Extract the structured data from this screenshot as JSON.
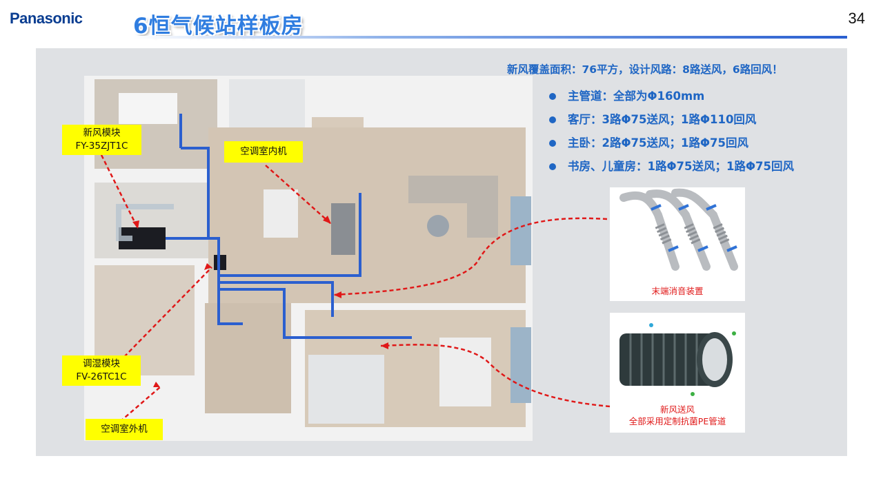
{
  "brand": {
    "logo_text": "Panasonic"
  },
  "slide": {
    "title": "6恒气候站样板房",
    "page_number": "34"
  },
  "specs": {
    "header": "新风覆盖面积：76平方，设计风路：8路送风，6路回风！",
    "bullets": [
      "主管道：全部为Φ160mm",
      "客厅：3路Φ75送风；1路Φ110回风",
      "主卧：2路Φ75送风；1路Φ75回风",
      "书房、儿童房：1路Φ75送风；1路Φ75回风"
    ]
  },
  "callouts": {
    "fresh_air_module": {
      "line1": "新风模块",
      "line2": "FY-35ZJT1C"
    },
    "ac_indoor": "空调室内机",
    "humidity_module": {
      "line1": "调湿模块",
      "line2": "FV-26TC1C"
    },
    "ac_outdoor": "空调室外机"
  },
  "photos": {
    "silencer_caption": "末端消音装置",
    "duct_caption_1": "新风送风",
    "duct_caption_2": "全部采用定制抗菌PE管道"
  },
  "colors": {
    "accent_blue": "#1f66c4",
    "callout_yellow": "#ffff00",
    "arrow_red": "#e01818",
    "duct_blue": "#2b5fcf"
  }
}
